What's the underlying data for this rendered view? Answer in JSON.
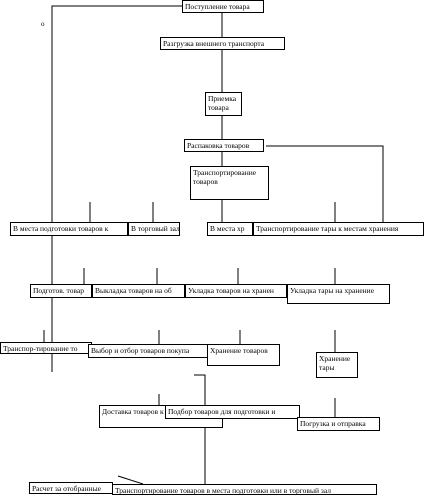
{
  "nodes": {
    "n1": "Поступление товара",
    "n2": "Разгрузка внешнего транспорта",
    "n3": "Приемка товара",
    "n4": "Распаковка товаров",
    "n5": "Транспортирование товаров",
    "n6": "В места подготовки товаров к",
    "n7": "В торговый зал",
    "n8": "В места хр",
    "n9": "Транспортирование тары к местам хранения",
    "n10": "Подготов. товар",
    "n11": "Выкладка товаров на об",
    "n12": "Укладка товаров на хранен",
    "n13": "Укладка тары на хранение",
    "n14": "Транспор-тирование то",
    "n15": "Выбор и отбор товаров покупа",
    "n16": "Хранение товаров",
    "n17": "Хранение тары",
    "n18": "Доставка товаров к расчетному узлу",
    "n19": "Подбор товаров для подготовки и",
    "n20": "Погрузка и отправка",
    "n21": "Расчет за отобранные",
    "n22": "Транспортирование товаров в места подготовки или в торговый зал"
  },
  "marker": "o"
}
